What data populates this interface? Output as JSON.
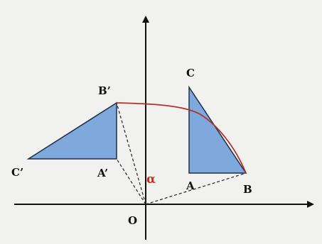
{
  "labels": {
    "C": "C",
    "A": "A",
    "B": "B",
    "C_prime": "C’",
    "A_prime": "A’",
    "B_prime": "B’",
    "O": "O",
    "alpha": "α"
  },
  "colors": {
    "triangle_fill": "#7fa8dc",
    "triangle_stroke": "#1f2f45",
    "arc": "#b2322a",
    "alpha": "#cc2a1f",
    "axis": "#111111",
    "background": "#f1f1ef"
  }
}
